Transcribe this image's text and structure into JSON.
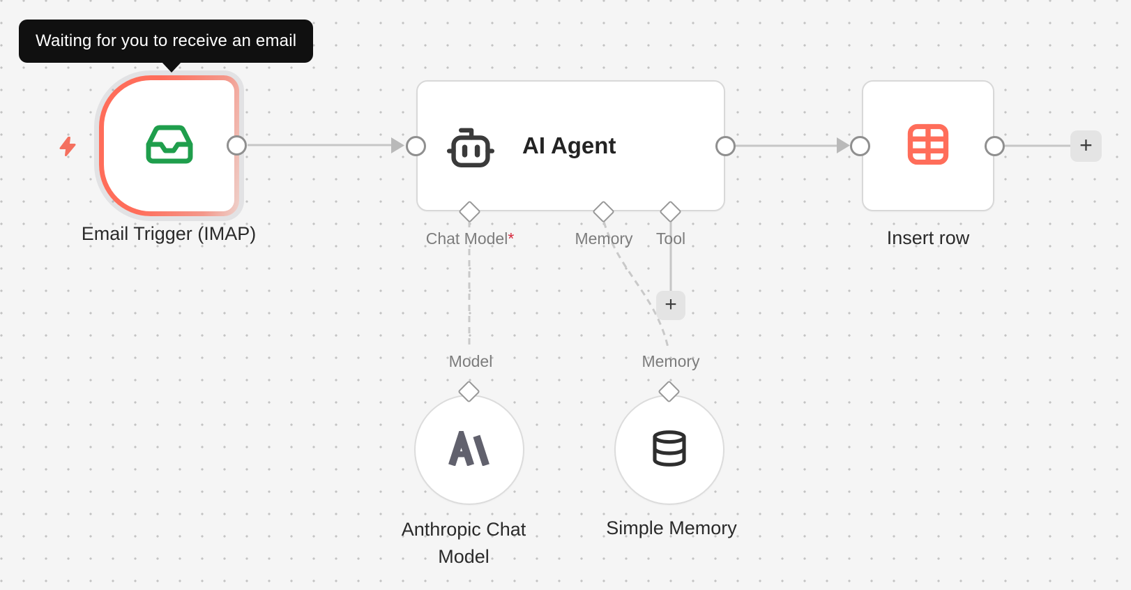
{
  "workflow": {
    "tooltip": {
      "text": "Waiting for you to receive an email"
    },
    "nodes": {
      "email_trigger": {
        "title": "Email Trigger (IMAP)",
        "icon": "inbox-icon",
        "trigger_icon": "lightning-bolt-icon"
      },
      "ai_agent": {
        "title": "AI Agent",
        "icon": "robot-icon",
        "inputs": {
          "chat_model": {
            "label": "Chat Model",
            "required_marker": "*"
          },
          "memory": {
            "label": "Memory"
          },
          "tool": {
            "label": "Tool"
          }
        }
      },
      "insert_row": {
        "title": "Insert row",
        "icon": "table-icon"
      },
      "anthropic_chat_model": {
        "title": "Anthropic Chat Model",
        "output_label": "Model",
        "icon": "anthropic-logo-icon"
      },
      "simple_memory": {
        "title": "Simple Memory",
        "output_label": "Memory",
        "icon": "database-icon"
      }
    },
    "buttons": {
      "plus_icon": "+"
    },
    "colors": {
      "accent_coral": "#ff6d5a",
      "icon_green": "#1f9e4c",
      "anthropic_slate": "#61616d",
      "tooltip_bg": "#101010",
      "wire_gray": "#c6c6c6"
    }
  }
}
